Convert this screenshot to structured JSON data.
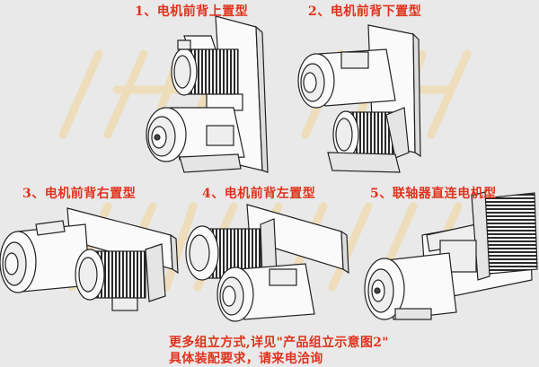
{
  "labels": [
    "1、电机前背上置型",
    "2、电机前背下置型",
    "3、电机前背右置型",
    "4、电机前背左置型",
    "5、联轴器直连电机型"
  ],
  "footer": {
    "line1": "更多组立方式,详见\"产品组立示意图2\"",
    "line2": "具体装配要求，请来电洽询"
  },
  "watermark": "JHJ",
  "colors": {
    "accent": "#e0321c",
    "background": "#e9e9e9",
    "watermark": "#ecd9b0"
  }
}
